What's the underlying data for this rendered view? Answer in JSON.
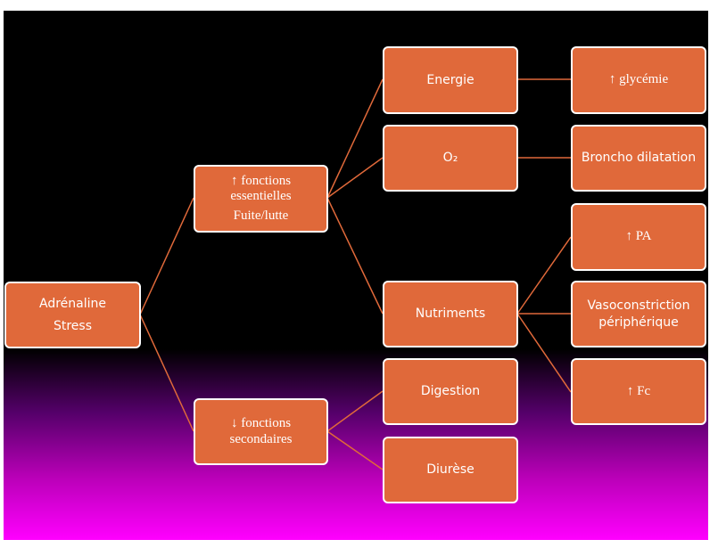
{
  "nodes": {
    "root": {
      "line1": "Adrénaline",
      "line2": "Stress"
    },
    "essential": {
      "line1": "↑ fonctions",
      "line2": "essentielles",
      "line3": "Fuite/lutte"
    },
    "secondary": {
      "line1": "↓ fonctions",
      "line2": "secondaires"
    },
    "energie": {
      "label": "Energie"
    },
    "o2": {
      "label": "O₂"
    },
    "nutriments": {
      "label": "Nutriments"
    },
    "digestion": {
      "label": "Digestion"
    },
    "diurese": {
      "label": "Diurèse"
    },
    "glycemie": {
      "label": "↑ glycémie"
    },
    "broncho": {
      "label": "Broncho dilatation"
    },
    "pa": {
      "label": "↑ PA"
    },
    "vasoconstriction": {
      "line1": "Vasoconstriction",
      "line2": "périphérique"
    },
    "fc": {
      "label": "↑ Fc"
    }
  },
  "colors": {
    "node_fill": "#e0693a",
    "node_border": "#ffffff",
    "connector": "#e0693a",
    "background_top": "#000000",
    "background_bottom": "#ff00ff"
  }
}
